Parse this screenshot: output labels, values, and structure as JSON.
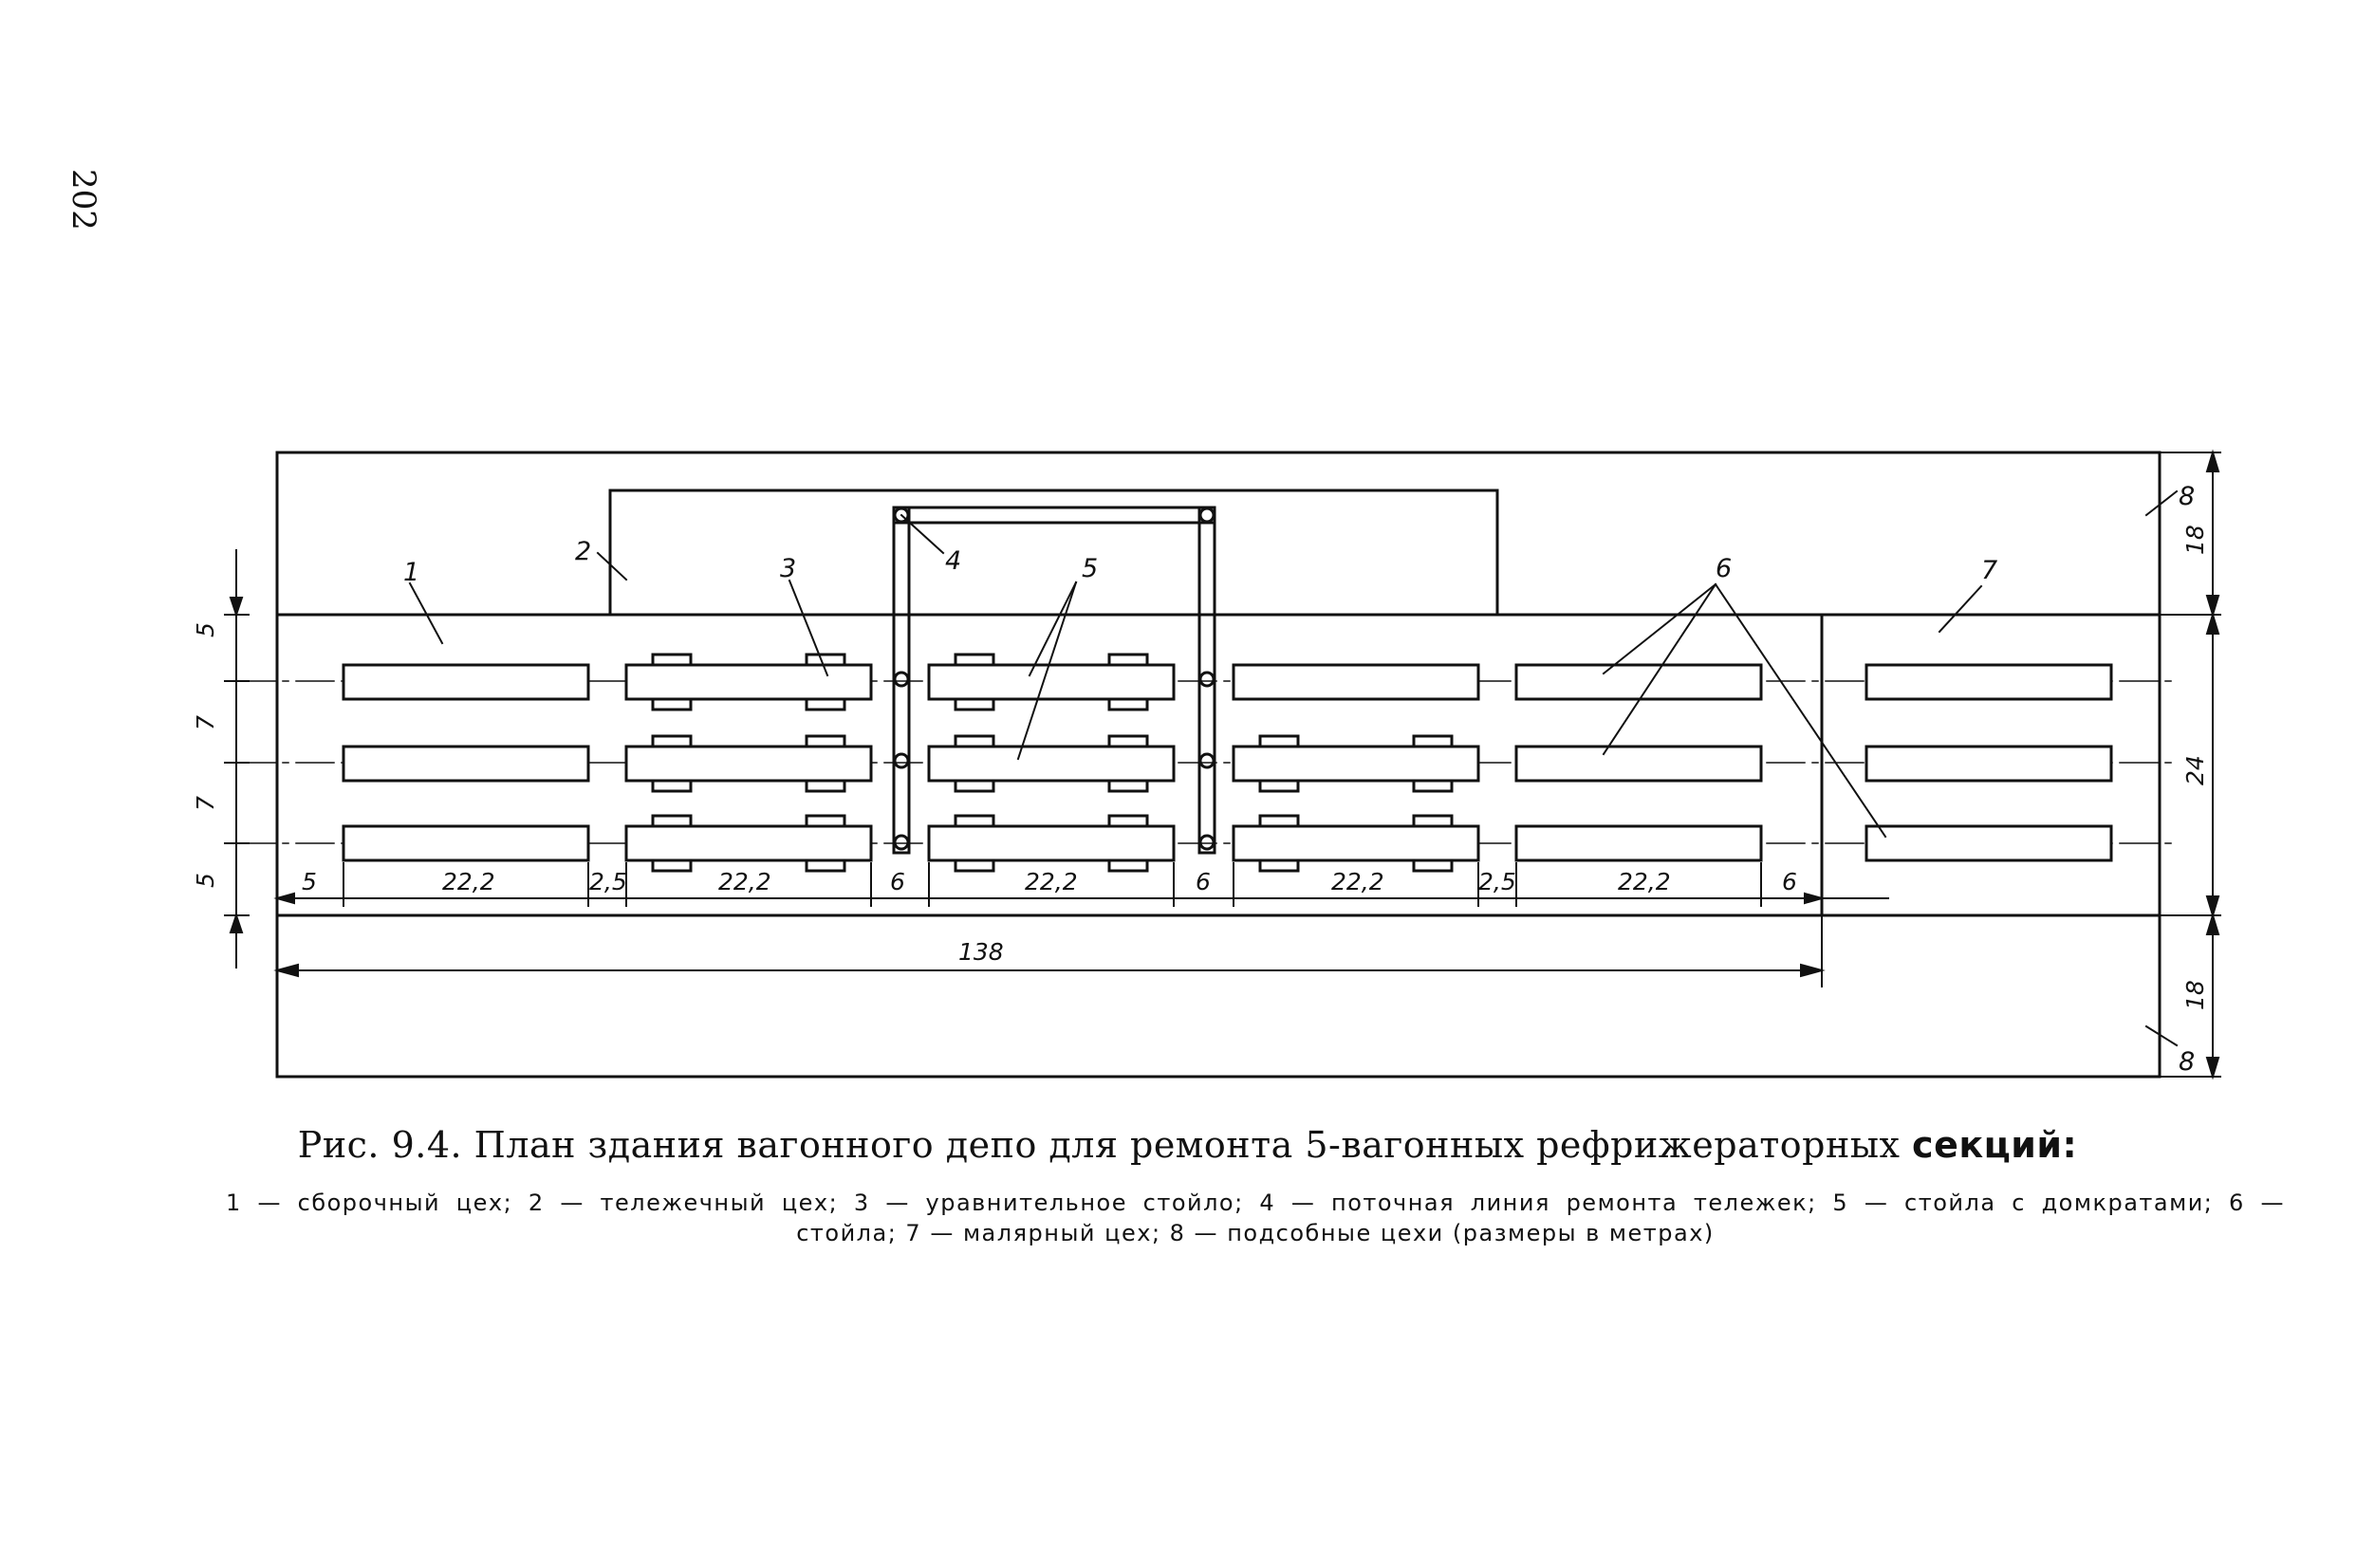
{
  "page_number": "202",
  "figure": {
    "caption_main": "Рис. 9.4. План здания вагонного депо для ремонта 5-вагонных рефрижераторных",
    "caption_last_word": "секций:",
    "legend_line1": "1 — сборочный цех; 2 — тележечный цех; 3 — уравнительное стойло; 4 — поточная линия ремонта тележек; 5 — стойла с домкратами; 6 —",
    "legend_line2": "стойла; 7 — малярный цех; 8 — подсобные цехи (размеры в метрах)"
  },
  "drawing": {
    "callouts": {
      "zone_1": "1",
      "zone_2": "2",
      "zone_3": "3",
      "zone_4": "4",
      "zone_5": "5",
      "zone_6": "6",
      "zone_7": "7",
      "zone_8_top": "8",
      "zone_8_bottom": "8"
    },
    "track_spacing_dims": [
      "5",
      "7",
      "7",
      "5"
    ],
    "bottom_chain_dims": [
      "5",
      "22,2",
      "2,5",
      "22,2",
      "6",
      "22,2",
      "6",
      "22,2",
      "2,5",
      "22,2",
      "6"
    ],
    "total_length": "138",
    "right_dims": {
      "top_wing": "18",
      "main_hall": "24",
      "bottom_wing": "18"
    }
  }
}
